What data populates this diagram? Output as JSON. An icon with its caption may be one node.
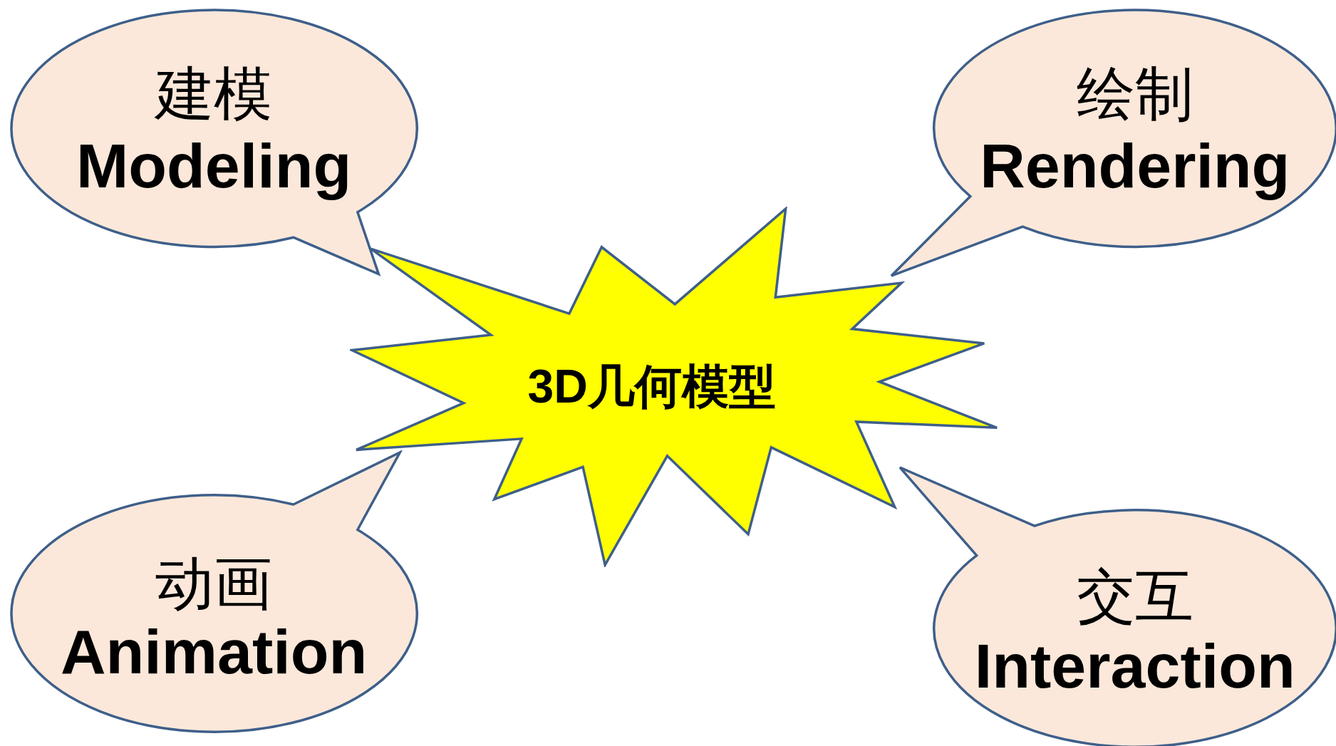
{
  "diagram": {
    "nodes": [
      {
        "text": [
          "3D几何模型"
        ]
      },
      {
        "text": [
          "建模",
          "Modeling"
        ]
      },
      {
        "text": [
          "绘制",
          "Rendering"
        ]
      },
      {
        "text": [
          "动画",
          "Animation"
        ]
      },
      {
        "text": [
          "交互",
          "Interaction"
        ]
      }
    ]
  }
}
